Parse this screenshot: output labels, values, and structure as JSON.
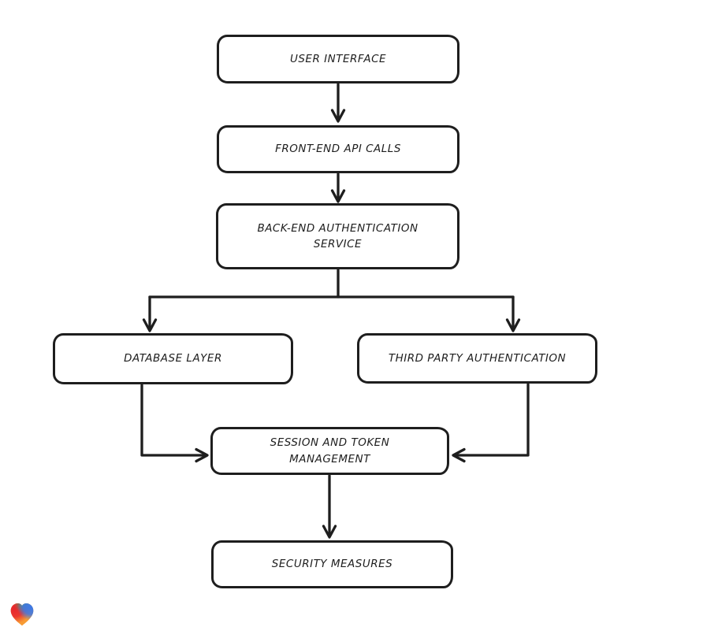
{
  "diagram": {
    "background_color": "#ffffff",
    "stroke_color": "#1e1e1e",
    "node_fill_color": "#ffffff",
    "nodes": [
      {
        "id": "user-interface",
        "label": "USER INTERFACE"
      },
      {
        "id": "front-end-api-calls",
        "label": "FRONT-END API CALLS"
      },
      {
        "id": "back-end-auth-service",
        "label": "BACK-END AUTHENTICATION SERVICE"
      },
      {
        "id": "database-layer",
        "label": "DATABASE LAYER"
      },
      {
        "id": "third-party-auth",
        "label": "THIRD PARTY AUTHENTICATION"
      },
      {
        "id": "session-token-mgmt",
        "label": "SESSION AND TOKEN MANAGEMENT"
      },
      {
        "id": "security-measures",
        "label": "SECURITY MEASURES"
      }
    ],
    "edges": [
      {
        "from": "user-interface",
        "to": "front-end-api-calls"
      },
      {
        "from": "front-end-api-calls",
        "to": "back-end-auth-service"
      },
      {
        "from": "back-end-auth-service",
        "to": "database-layer"
      },
      {
        "from": "back-end-auth-service",
        "to": "third-party-auth"
      },
      {
        "from": "database-layer",
        "to": "session-token-mgmt"
      },
      {
        "from": "third-party-auth",
        "to": "session-token-mgmt"
      },
      {
        "from": "session-token-mgmt",
        "to": "security-measures"
      }
    ],
    "logo": {
      "name": "gradient-heart-logo",
      "colors": {
        "red": "#e8262d",
        "green": "#27b37a",
        "blue": "#3b78e7",
        "orange": "#f79b33"
      }
    }
  }
}
